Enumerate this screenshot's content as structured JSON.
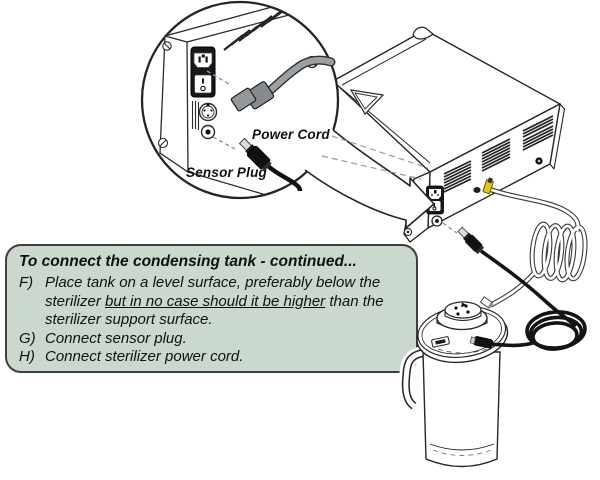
{
  "callout": {
    "power_cord_label": "Power Cord",
    "sensor_plug_label": "Sensor Plug"
  },
  "instruction_box": {
    "title": "To connect the condensing tank - continued...",
    "items": [
      {
        "letter": "F)",
        "text_before": "Place tank on a level surface, preferably below the sterilizer ",
        "text_underlined": "but in no case should it be higher",
        "text_after": " than the sterilizer support surface."
      },
      {
        "letter": "G)",
        "text_before": "Connect sensor plug.",
        "text_underlined": "",
        "text_after": ""
      },
      {
        "letter": "H)",
        "text_before": "Connect sterilizer power cord.",
        "text_underlined": "",
        "text_after": ""
      }
    ]
  },
  "colors": {
    "box_bg": "#cbd8cd",
    "box_border": "#3f3f3f",
    "line": "#262626",
    "cord_gray": "#9ba0a4",
    "plug_black": "#141414",
    "dash_blue": "#8a93bf",
    "leader_gray": "#9a9a9a",
    "fitting_yellow": "#e8c414",
    "text": "#111111"
  }
}
